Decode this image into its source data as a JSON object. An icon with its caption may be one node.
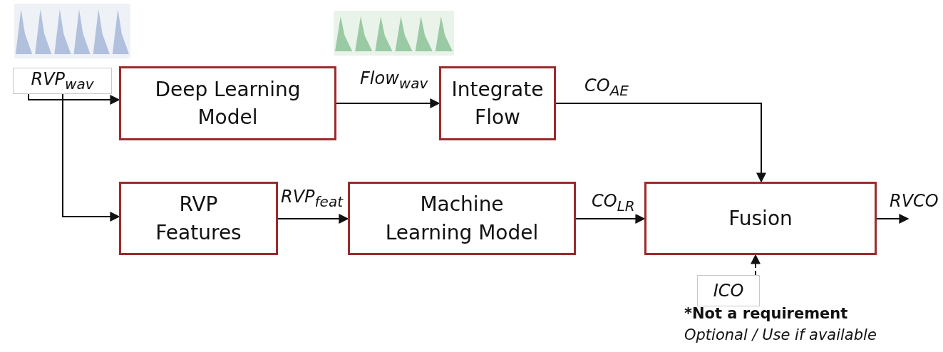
{
  "diagram": {
    "nodes": [
      {
        "text": [
          "RVP$_{wav}$"
        ]
      },
      {
        "text": [
          "Deep Learning Model"
        ]
      },
      {
        "text": [
          "Integrate Flow"
        ]
      },
      {
        "text": [
          "RVP Features"
        ]
      },
      {
        "text": [
          "Machine Learning Model"
        ]
      },
      {
        "text": [
          "Fusion"
        ]
      },
      {
        "text": [
          "ICO"
        ],
        "beside": [
          "*Not a requirement",
          "Optional / Use if available"
        ]
      }
    ],
    "edges": [
      {
        "from": 0,
        "to": 1,
        "arrow": "to"
      },
      {
        "from": 0,
        "to": 3,
        "arrow": "to"
      },
      {
        "from": 1,
        "to": 2,
        "arrow": "to",
        "label": "Flow$_{wav}$"
      },
      {
        "from": 2,
        "to": 5,
        "arrow": "to",
        "label": "CO$_{AE}$"
      },
      {
        "from": 3,
        "to": 4,
        "arrow": "to",
        "label": "RVP$_{feat}$"
      },
      {
        "from": 4,
        "to": 5,
        "arrow": "to",
        "label": "CO$_{LR}$"
      },
      {
        "from": 5,
        "to": null,
        "arrow": "to",
        "label": "RVCO"
      },
      {
        "from": 6,
        "to": 5,
        "arrow": "to",
        "style": "dashed"
      }
    ]
  }
}
